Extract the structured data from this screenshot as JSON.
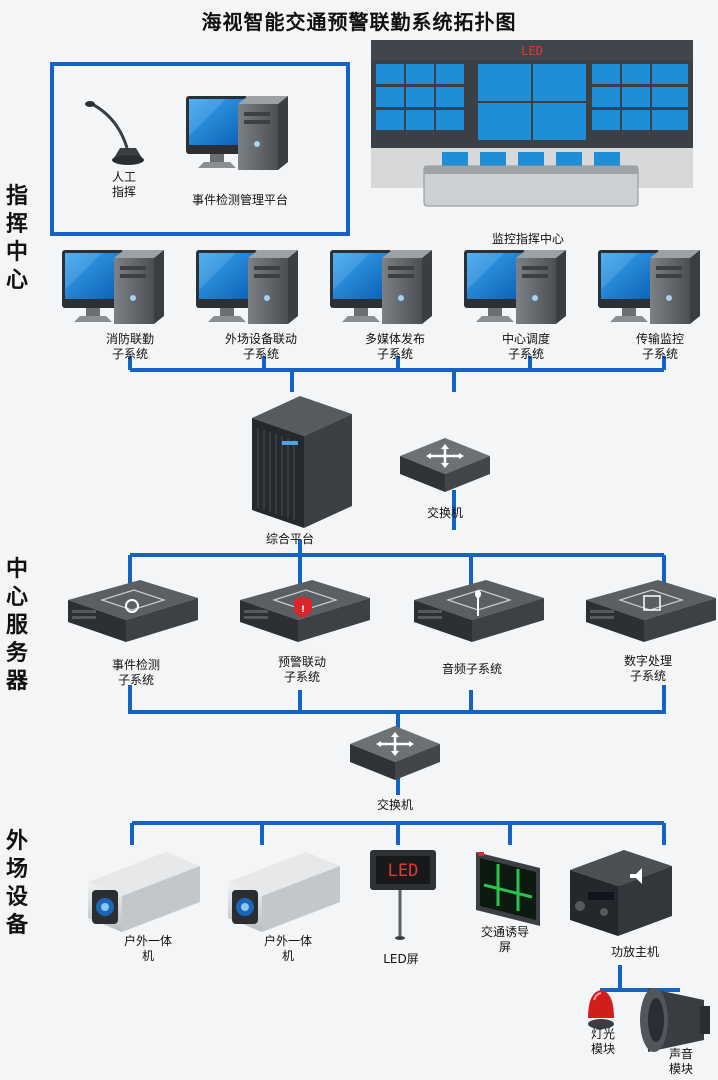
{
  "title": "海视智能交通预警联勤系统拓扑图",
  "sections": [
    "指挥中心",
    "中心服务器",
    "外场设备"
  ],
  "command_center": {
    "manual_label_line1": "人工",
    "manual_label_line2": "指挥",
    "event_platform": "事件检测管理平台",
    "monitor_center": "监控指挥中心",
    "led_text": "LED",
    "subsystems": [
      {
        "l1": "消防联勤",
        "l2": "子系统"
      },
      {
        "l1": "外场设备联动",
        "l2": "子系统"
      },
      {
        "l1": "多媒体发布",
        "l2": "子系统"
      },
      {
        "l1": "中心调度",
        "l2": "子系统"
      },
      {
        "l1": "传输监控",
        "l2": "子系统"
      }
    ]
  },
  "server": {
    "platform": "综合平台",
    "switch1": "交换机",
    "subsystems": [
      {
        "l1": "事件检测",
        "l2": "子系统"
      },
      {
        "l1": "预警联动",
        "l2": "子系统"
      },
      {
        "l1": "音频子系统",
        "l2": ""
      },
      {
        "l1": "数字处理",
        "l2": "子系统"
      }
    ],
    "switch2": "交换机"
  },
  "field": {
    "camera1": {
      "l1": "户外一体",
      "l2": "机"
    },
    "camera2": {
      "l1": "户外一体",
      "l2": "机"
    },
    "led": "LED屏",
    "led_text": "LED",
    "guide": {
      "l1": "交通诱导",
      "l2": "屏"
    },
    "amp": "功放主机",
    "light": {
      "l1": "灯光",
      "l2": "模块"
    },
    "sound": {
      "l1": "声音",
      "l2": "模块"
    }
  }
}
